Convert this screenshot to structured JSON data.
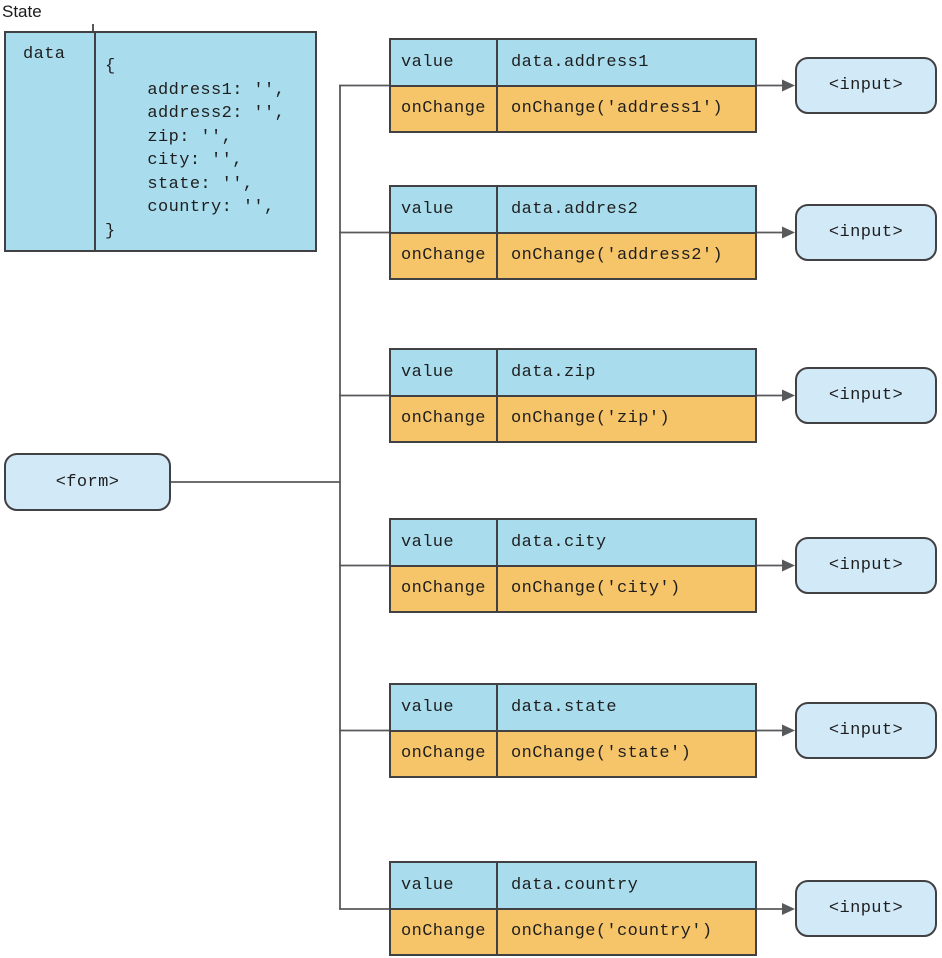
{
  "title": "State",
  "state_box": {
    "label": "data",
    "code_lines": [
      "{",
      "    address1: '',",
      "    address2: '',",
      "    zip: '',",
      "    city: '',",
      "    state: '',",
      "    country: '',",
      "}"
    ]
  },
  "form_node": {
    "label": "<form>"
  },
  "bindings": [
    {
      "prop_key": "value",
      "prop_value": "data.address1",
      "handler_key": "onChange",
      "handler_value": "onChange('address1')",
      "target": "<input>"
    },
    {
      "prop_key": "value",
      "prop_value": "data.addres2",
      "handler_key": "onChange",
      "handler_value": "onChange('address2')",
      "target": "<input>"
    },
    {
      "prop_key": "value",
      "prop_value": "data.zip",
      "handler_key": "onChange",
      "handler_value": "onChange('zip')",
      "target": "<input>"
    },
    {
      "prop_key": "value",
      "prop_value": "data.city",
      "handler_key": "onChange",
      "handler_value": "onChange('city')",
      "target": "<input>"
    },
    {
      "prop_key": "value",
      "prop_value": "data.state",
      "handler_key": "onChange",
      "handler_value": "onChange('state')",
      "target": "<input>"
    },
    {
      "prop_key": "value",
      "prop_value": "data.country",
      "handler_key": "onChange",
      "handler_value": "onChange('country')",
      "target": "<input>"
    }
  ],
  "colors": {
    "blue": "#a9ddee",
    "orange": "#f6c469",
    "node_fill": "#d2e9f8",
    "border": "#414042",
    "line": "#58595b"
  }
}
